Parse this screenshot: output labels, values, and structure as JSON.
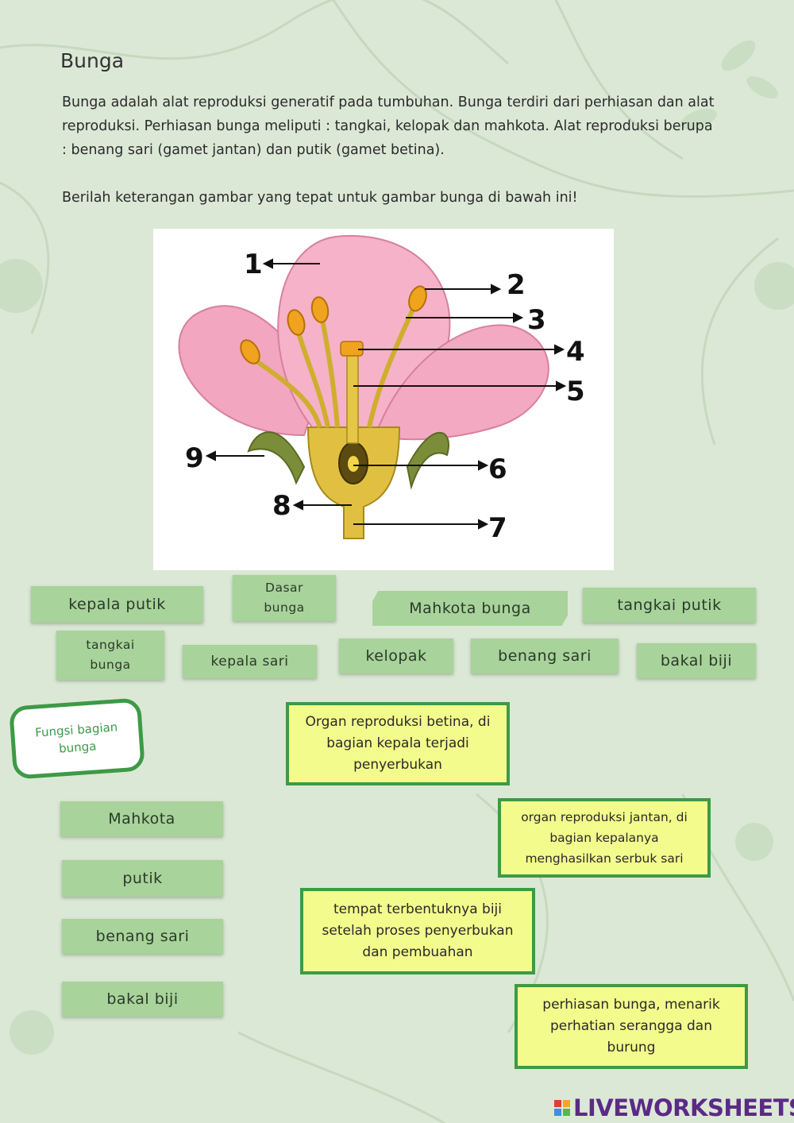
{
  "page": {
    "title": "Bunga",
    "intro": "Bunga adalah alat reproduksi generatif pada tumbuhan. Bunga terdiri dari perhiasan dan alat reproduksi. Perhiasan bunga meliputi : tangkai, kelopak dan mahkota. Alat reproduksi berupa : benang sari (gamet jantan) dan putik (gamet betina).",
    "instruction": "Berilah keterangan gambar yang tepat untuk gambar bunga di bawah ini!"
  },
  "diagram": {
    "numbers": [
      "1",
      "2",
      "3",
      "4",
      "5",
      "6",
      "7",
      "8",
      "9"
    ]
  },
  "label_options": [
    "kepala putik",
    "Dasar bunga",
    "Mahkota bunga",
    "tangkai putik",
    "tangkai bunga",
    "kepala sari",
    "kelopak",
    "benang sari",
    "bakal biji"
  ],
  "function_section": {
    "badge": "Fungsi bagian bunga",
    "parts": [
      "Mahkota",
      "putik",
      "benang sari",
      "bakal biji"
    ],
    "descriptions": [
      "Organ reproduksi betina, di bagian kepala terjadi penyerbukan",
      "organ reproduksi jantan, di bagian kepalanya menghasilkan serbuk sari",
      "tempat terbentuknya biji setelah proses penyerbukan dan pembuahan",
      "perhiasan bunga, menarik perhatian serangga dan burung"
    ]
  },
  "footer": {
    "brand": "LIVEWORKSHEETS"
  },
  "colors": {
    "background": "#dbe8d6",
    "chip": "#a8d39a",
    "note_fill": "#f3fb8c",
    "accent_green": "#3d9a45",
    "brand": "#5b2a86"
  }
}
